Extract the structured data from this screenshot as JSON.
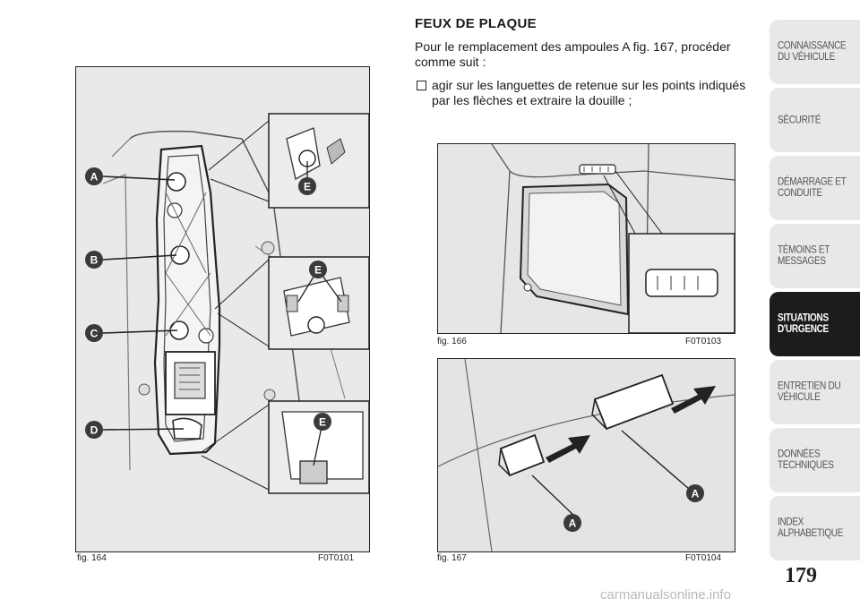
{
  "section": {
    "title": "FEUX DE PLAQUE",
    "intro": "Pour le remplacement des ampoules A fig. 167, procéder comme suit :",
    "steps": [
      "agir sur les languettes de retenue sur les points indiqués par les flèches et extraire la douille ;"
    ]
  },
  "figures": [
    {
      "caption": "fig. 164",
      "code": "F0T0101",
      "callouts": [
        "A",
        "B",
        "C",
        "D",
        "E",
        "E",
        "E"
      ]
    },
    {
      "caption": "fig. 166",
      "code": "F0T0103"
    },
    {
      "caption": "fig. 167",
      "code": "F0T0104",
      "callouts": [
        "A",
        "A"
      ]
    }
  ],
  "side_tabs": [
    {
      "label": "CONNAISSANCE\nDU VÉHICULE",
      "active": false
    },
    {
      "label": "SÉCURITÉ",
      "active": false
    },
    {
      "label": "DÉMARRAGE ET\nCONDUITE",
      "active": false
    },
    {
      "label": "TÉMOINS ET\nMESSAGES",
      "active": false
    },
    {
      "label": "SITUATIONS\nD'URGENCE",
      "active": true
    },
    {
      "label": "ENTRETIEN DU\nVÉHICULE",
      "active": false
    },
    {
      "label": "DONNÉES\nTECHNIQUES",
      "active": false
    },
    {
      "label": "INDEX\nALPHABETIQUE",
      "active": false
    }
  ],
  "page_number": "179",
  "watermark": "carmanualsonline.info",
  "colors": {
    "callout_fill": "#3a3a3a",
    "active_tab": "#1c1c1c",
    "inactive_tab": "#e8e8e8"
  }
}
